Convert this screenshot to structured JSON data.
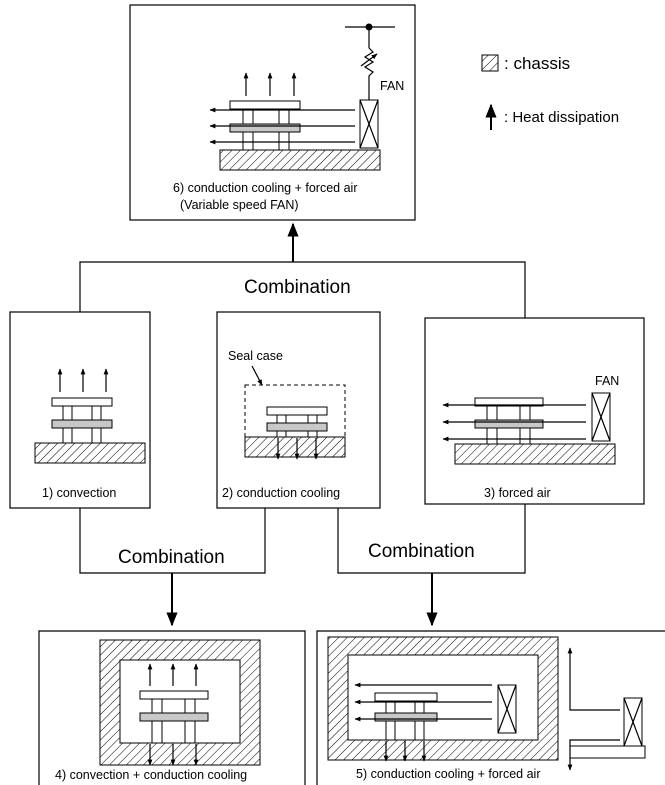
{
  "legend": {
    "chassis": ": chassis",
    "heat": ": Heat dissipation"
  },
  "labels": {
    "fan": "FAN",
    "seal_case": "Seal case",
    "combination": "Combination"
  },
  "methods": {
    "m1": "1) convection",
    "m2": "2) conduction cooling",
    "m3": "3) forced air",
    "m4": "4) convection + conduction cooling",
    "m5": "5) conduction cooling + forced air",
    "m6_line1": "6) conduction cooling + forced air",
    "m6_line2": "(Variable speed FAN)"
  }
}
